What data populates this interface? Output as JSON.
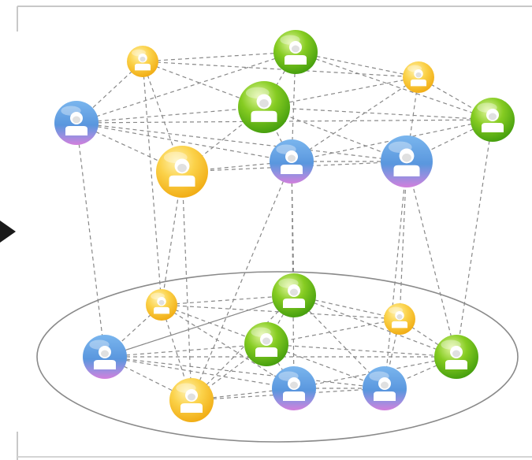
{
  "colors": {
    "yellow": "#f6c01d",
    "yellow_light": "#fde27a",
    "green": "#5db516",
    "green_light": "#b3e03c",
    "blue": "#5e9ee0",
    "blue_light": "#9ec9f2",
    "purple": "#c77cd9",
    "edge": "#888888",
    "ellipse": "#8a8a8a",
    "frame": "#bfbfbf",
    "arrow": "#1a1a1a"
  },
  "network": {
    "upper_layer": [
      {
        "id": "u1",
        "color": "yellow",
        "size": "small"
      },
      {
        "id": "u2",
        "color": "green",
        "size": "medium"
      },
      {
        "id": "u3",
        "color": "yellow",
        "size": "small"
      },
      {
        "id": "u4",
        "color": "blue",
        "size": "medium"
      },
      {
        "id": "u5",
        "color": "green",
        "size": "large"
      },
      {
        "id": "u6",
        "color": "green",
        "size": "medium"
      },
      {
        "id": "u7",
        "color": "yellow",
        "size": "large"
      },
      {
        "id": "u8",
        "color": "blue",
        "size": "medium"
      },
      {
        "id": "u9",
        "color": "blue",
        "size": "large"
      }
    ],
    "lower_layer": [
      {
        "id": "l1",
        "color": "yellow",
        "size": "small"
      },
      {
        "id": "l2",
        "color": "green",
        "size": "medium"
      },
      {
        "id": "l3",
        "color": "yellow",
        "size": "small"
      },
      {
        "id": "l4",
        "color": "blue",
        "size": "medium"
      },
      {
        "id": "l5",
        "color": "green",
        "size": "medium"
      },
      {
        "id": "l6",
        "color": "green",
        "size": "medium"
      },
      {
        "id": "l7",
        "color": "yellow",
        "size": "medium"
      },
      {
        "id": "l8",
        "color": "blue",
        "size": "medium"
      },
      {
        "id": "l9",
        "color": "blue",
        "size": "medium"
      }
    ],
    "edges": [
      [
        "u1",
        "u2"
      ],
      [
        "u1",
        "u4"
      ],
      [
        "u1",
        "u5"
      ],
      [
        "u1",
        "u7"
      ],
      [
        "u1",
        "u3"
      ],
      [
        "u1",
        "l1"
      ],
      [
        "u2",
        "u3"
      ],
      [
        "u2",
        "u5"
      ],
      [
        "u2",
        "u8"
      ],
      [
        "u2",
        "u4"
      ],
      [
        "u2",
        "u6"
      ],
      [
        "u3",
        "u6"
      ],
      [
        "u3",
        "u9"
      ],
      [
        "u3",
        "u5"
      ],
      [
        "u3",
        "u8"
      ],
      [
        "u4",
        "u5"
      ],
      [
        "u4",
        "u7"
      ],
      [
        "u4",
        "u8"
      ],
      [
        "u4",
        "u6"
      ],
      [
        "u4",
        "l4"
      ],
      [
        "u5",
        "u6"
      ],
      [
        "u5",
        "u7"
      ],
      [
        "u5",
        "u9"
      ],
      [
        "u5",
        "u8"
      ],
      [
        "u6",
        "u9"
      ],
      [
        "u6",
        "u8"
      ],
      [
        "u6",
        "l6"
      ],
      [
        "u7",
        "u8"
      ],
      [
        "u7",
        "l1"
      ],
      [
        "u7",
        "l7"
      ],
      [
        "u8",
        "u9"
      ],
      [
        "u8",
        "l8"
      ],
      [
        "u8",
        "l2"
      ],
      [
        "u8",
        "l7"
      ],
      [
        "u9",
        "l3"
      ],
      [
        "u9",
        "l9"
      ],
      [
        "u9",
        "l6"
      ],
      [
        "u4",
        "u9"
      ],
      [
        "u7",
        "u9"
      ],
      [
        "l1",
        "l2"
      ],
      [
        "l1",
        "l4"
      ],
      [
        "l1",
        "l5"
      ],
      [
        "l1",
        "l7"
      ],
      [
        "l1",
        "l3"
      ],
      [
        "l1",
        "l8"
      ],
      [
        "l2",
        "l3"
      ],
      [
        "l2",
        "l5"
      ],
      [
        "l2",
        "l6"
      ],
      [
        "l2",
        "l9"
      ],
      [
        "l2",
        "l4"
      ],
      [
        "l3",
        "l6"
      ],
      [
        "l3",
        "l9"
      ],
      [
        "l3",
        "l5"
      ],
      [
        "l4",
        "l7"
      ],
      [
        "l4",
        "l5"
      ],
      [
        "l4",
        "l8"
      ],
      [
        "l4",
        "l9"
      ],
      [
        "l4",
        "l6"
      ],
      [
        "l4",
        "l2"
      ],
      [
        "l5",
        "l8"
      ],
      [
        "l5",
        "l7"
      ],
      [
        "l5",
        "l9"
      ],
      [
        "l5",
        "l6"
      ],
      [
        "l6",
        "l9"
      ],
      [
        "l6",
        "l8"
      ],
      [
        "l7",
        "l8"
      ],
      [
        "l7",
        "l9"
      ],
      [
        "l8",
        "l9"
      ],
      [
        "l7",
        "l2"
      ]
    ]
  }
}
